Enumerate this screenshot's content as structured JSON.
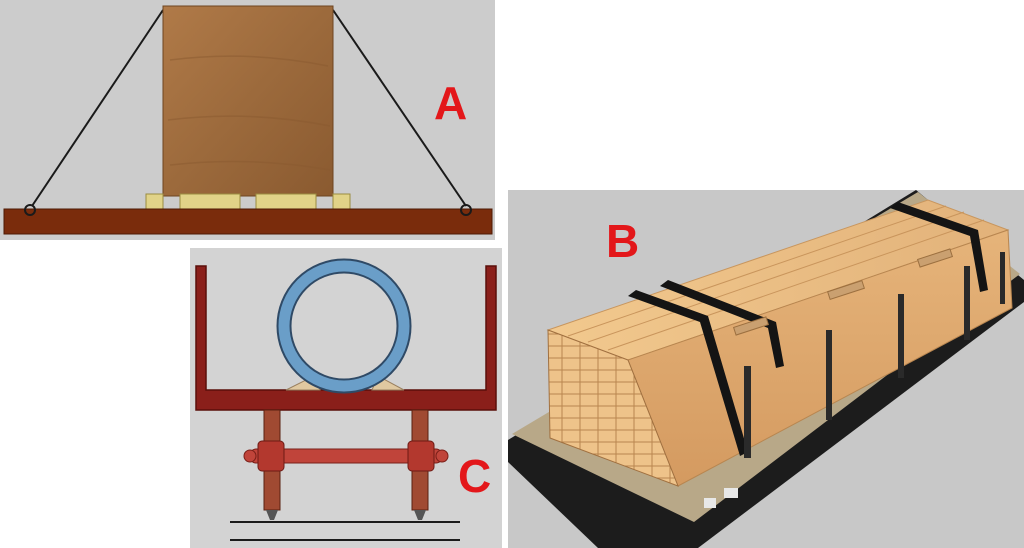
{
  "panels": {
    "a": {
      "label": "A"
    },
    "b": {
      "label": "B"
    },
    "c": {
      "label": "C"
    }
  },
  "colors": {
    "label": "#e3171a",
    "panel_background": "#cccccc",
    "wood_box": "#a06a3e",
    "platform": "#7a2c0c",
    "wood_block": "#e1d388",
    "pipe": "#6a9ec8",
    "frame": "#8a1f1a",
    "lumber": "#e8b77a",
    "flatcar": "#1c1c1c"
  }
}
